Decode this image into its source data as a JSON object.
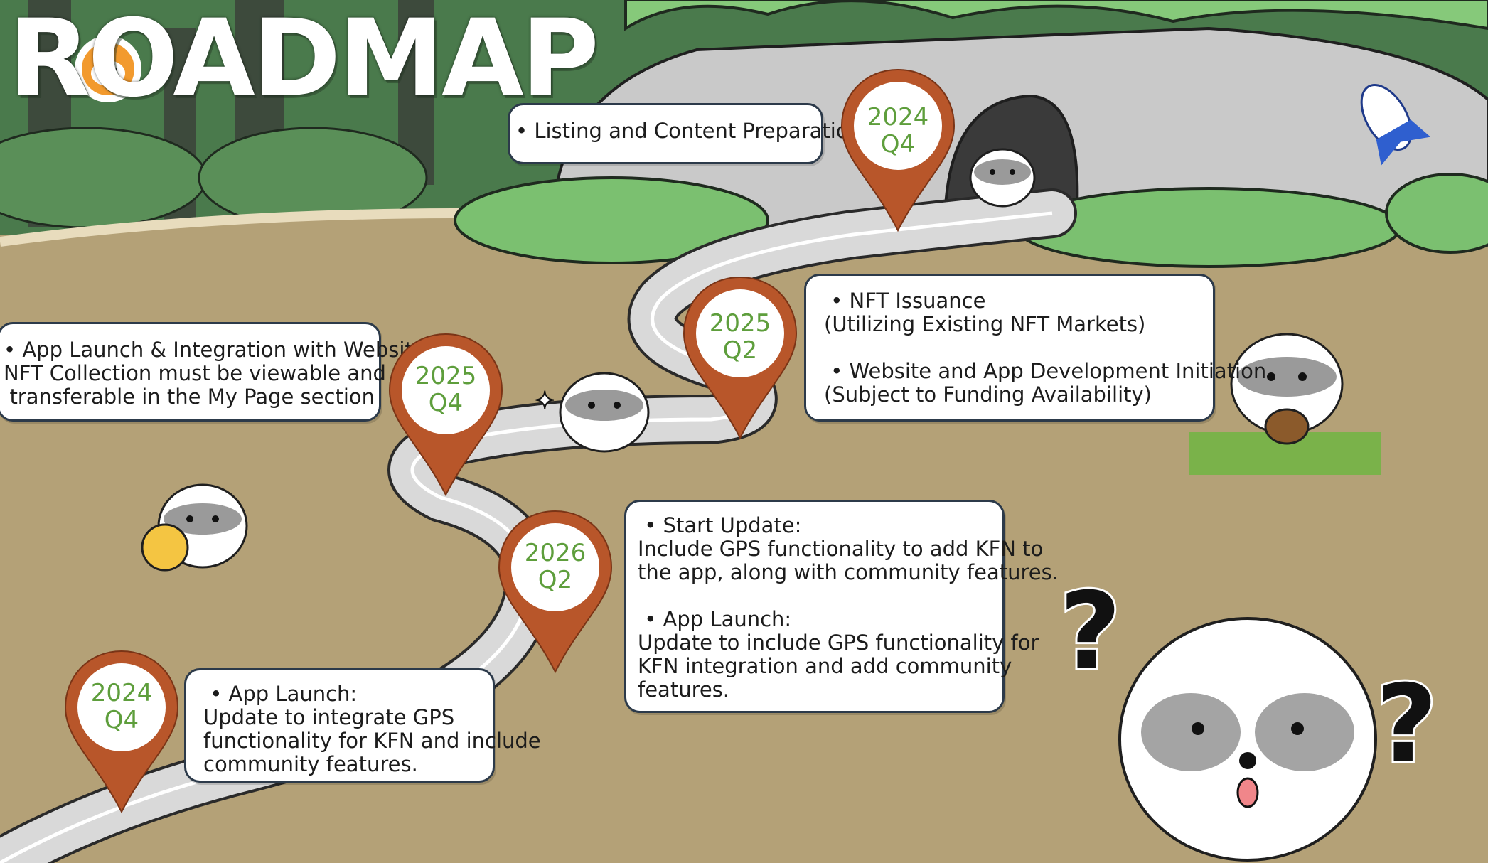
{
  "title": "ROADMAP",
  "colors": {
    "ground": "#b4a177",
    "road": "#d9d9d9",
    "pin": "#b8562a",
    "pin_text": "#5e9e3c",
    "bush": "#7bc070",
    "forest": "#4a7a4c",
    "cave": "#c9c9c9",
    "box_border": "#2c3a4a"
  },
  "milestones": [
    {
      "period": "2024\nQ4",
      "lines": [
        "• Listing and Content Preparation"
      ]
    },
    {
      "period": "2025\nQ2",
      "lines": [
        " • NFT Issuance",
        "(Utilizing Existing NFT Markets)",
        "",
        " • Website and App Development Initiation",
        "(Subject to Funding Availability)"
      ]
    },
    {
      "period": "2025\nQ4",
      "lines": [
        "• App Launch & Integration with Website",
        "NFT Collection must be viewable and",
        "transferable in the My Page section"
      ]
    },
    {
      "period": "2026\nQ2",
      "lines": [
        " • Start Update:",
        "Include GPS functionality to add KFN to",
        "the app, along with community features.",
        "",
        " • App Launch:",
        "Update to include GPS functionality for",
        "KFN integration and add community",
        "features."
      ]
    },
    {
      "period": "2024\nQ4",
      "lines": [
        " • App Launch:",
        "Update to integrate GPS",
        "functionality for KFN and include",
        "community features."
      ]
    }
  ],
  "illustration": {
    "mascot": "raccoon-mascot",
    "decor_icons": [
      "question-mark-icon",
      "question-mark-icon",
      "sparkle-icon",
      "coin-icon",
      "rocket-icon",
      "acorn-icon"
    ]
  }
}
